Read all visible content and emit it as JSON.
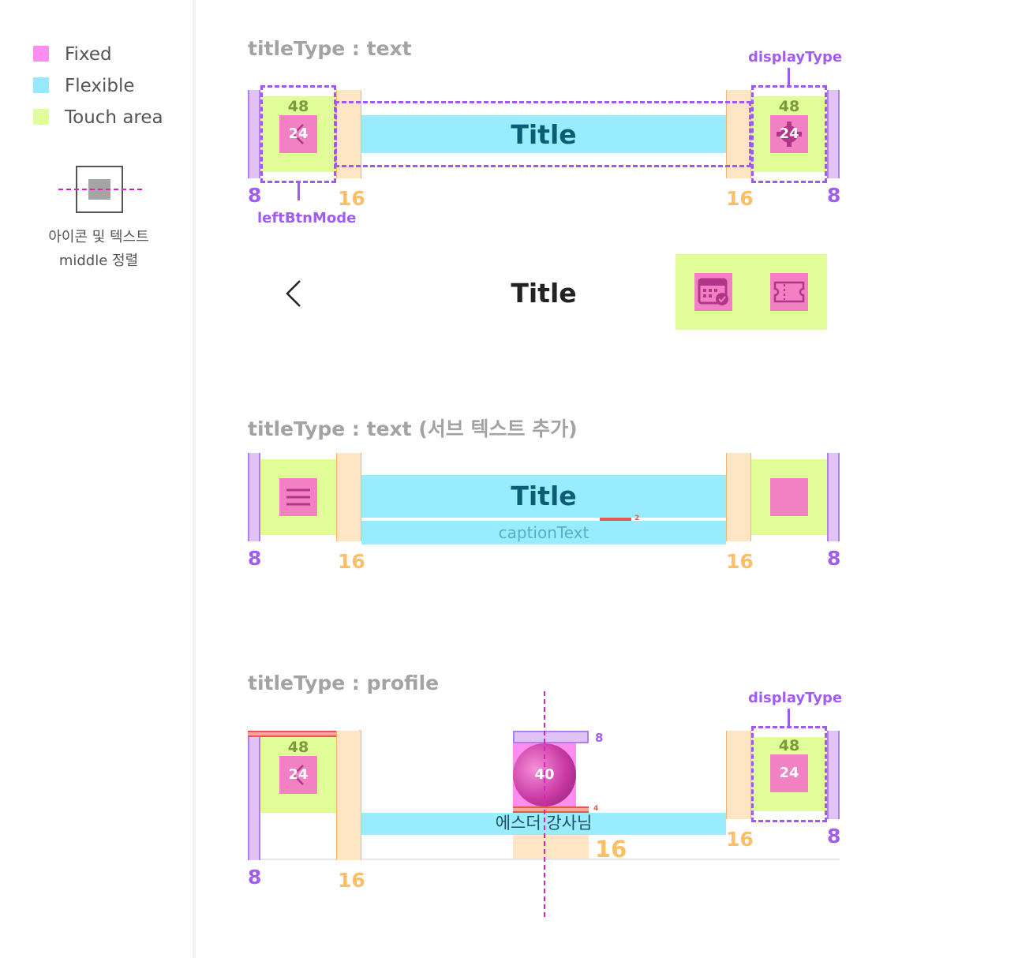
{
  "legend": {
    "items": [
      {
        "label": "Fixed",
        "color": "#ff8ef0"
      },
      {
        "label": "Flexible",
        "color": "#97eafc"
      },
      {
        "label": "Touch area",
        "color": "#dffd98"
      }
    ],
    "align_note_line1": "아이콘 및 텍스트",
    "align_note_line2": "middle 정렬"
  },
  "section1": {
    "heading": "titleType : text",
    "display_type_label": "displayType",
    "left_btn_mode_label": "leftBtnMode",
    "margin_label": "8",
    "padding_label": "16",
    "touch_label": "48",
    "icon_label": "24",
    "title": "Title",
    "preview_title": "Title"
  },
  "section2": {
    "heading": "titleType : text (서브 텍스트 추가)",
    "title": "Title",
    "caption": "captionText",
    "caption_gap": "2",
    "margin_label": "8",
    "padding_label": "16"
  },
  "section3": {
    "heading": "titleType : profile",
    "display_type_label": "displayType",
    "margin_label": "8",
    "padding_label": "16",
    "touch_label": "48",
    "icon_label": "24",
    "top_gap": "4",
    "avatar_top_gap": "8",
    "avatar_size": "40",
    "avatar_bottom_gap": "4",
    "bottom_pad": "16",
    "profile_name": "에스더 강사님"
  }
}
